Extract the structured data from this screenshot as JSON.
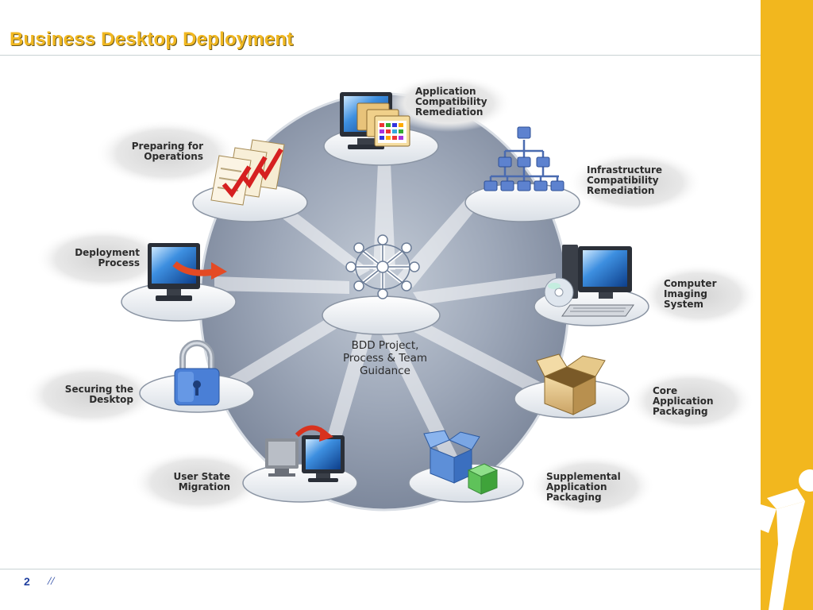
{
  "slide": {
    "title": "Business Desktop Deployment",
    "page_number": "2",
    "footer_mark": "//"
  },
  "center": {
    "label": "BDD Project,\nProcess & Team\nGuidance",
    "icon": "hub-network-icon"
  },
  "nodes": [
    {
      "id": "app-compat",
      "label": "Application\nCompatibility\nRemediation",
      "icon": "monitor-windows-icon"
    },
    {
      "id": "infra-compat",
      "label": "Infrastructure\nCompatibility\nRemediation",
      "icon": "network-tree-icon"
    },
    {
      "id": "imaging",
      "label": "Computer\nImaging\nSystem",
      "icon": "computer-cd-icon"
    },
    {
      "id": "core-packaging",
      "label": "Core\nApplication\nPackaging",
      "icon": "open-box-icon"
    },
    {
      "id": "supp-packaging",
      "label": "Supplemental\nApplication\nPackaging",
      "icon": "boxes-icon"
    },
    {
      "id": "user-state",
      "label": "User State\nMigration",
      "icon": "monitors-migrate-icon"
    },
    {
      "id": "securing",
      "label": "Securing the\nDesktop",
      "icon": "padlock-icon"
    },
    {
      "id": "deployment",
      "label": "Deployment\nProcess",
      "icon": "monitor-arrow-icon"
    },
    {
      "id": "operations",
      "label": "Preparing for\nOperations",
      "icon": "checklist-icon"
    }
  ],
  "colors": {
    "accent": "#f2b71e",
    "title": "#f1b821",
    "footer_text": "#1f3f9f",
    "rule": "#c9d2d4"
  }
}
